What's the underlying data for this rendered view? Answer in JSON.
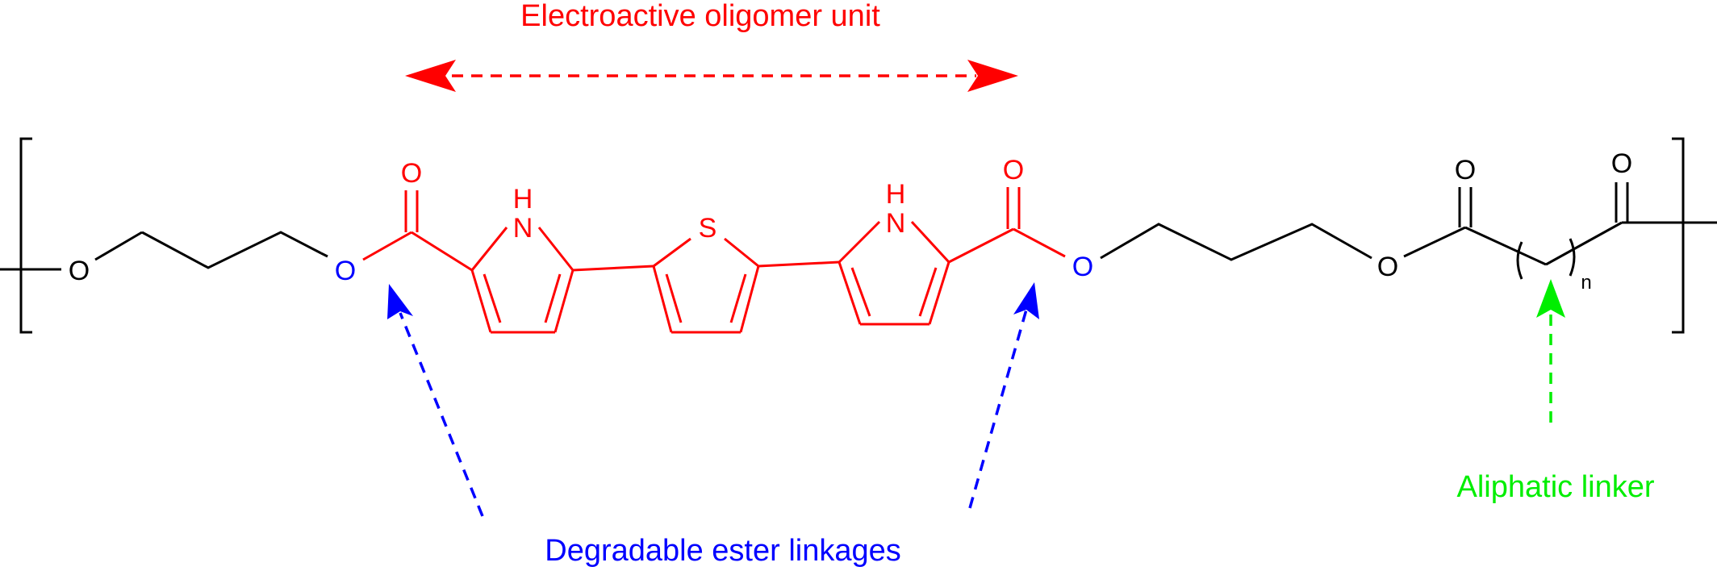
{
  "annotations": {
    "electroactive": "Electroactive oligomer unit",
    "ester": "Degradable ester linkages",
    "aliphatic": "Aliphatic linker"
  },
  "atoms": {
    "oxygen": "O",
    "nitrogen_h": "H",
    "nitrogen": "N",
    "sulfur": "S",
    "repeat_n": "n"
  },
  "colors": {
    "black": "#000000",
    "red": "#ff0000",
    "blue": "#0000ff",
    "green": "#00ee00"
  }
}
